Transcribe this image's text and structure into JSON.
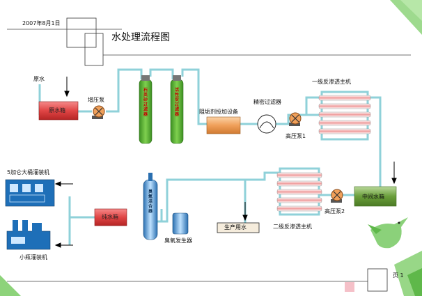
{
  "header": {
    "date": "2007年8月1日",
    "title": "水处理流程图"
  },
  "footer": {
    "page_label": "页 1"
  },
  "labels": {
    "raw_water": "原水",
    "raw_water_tank": "原水箱",
    "booster_pump": "增压泵",
    "quartz_sand_filter": "石英砂过滤器",
    "activated_carbon_filter": "活性炭过滤器",
    "antiscalant_dosing": "阻垢剂投加设备",
    "precision_filter": "精密过滤器",
    "high_pressure_pump_1": "高压泵1",
    "ro_stage_1": "一级反渗透主机",
    "intermediate_tank": "中间水箱",
    "high_pressure_pump_2": "高压泵2",
    "ro_stage_2": "二级反渗透主机",
    "production_water": "生产用水",
    "ozone_tower": "臭氧混合器",
    "ozone_generator": "臭氧发生器",
    "pure_water_tank": "纯水箱",
    "big_bottle_filler": "5加仑大桶灌装机",
    "small_bottle_filler": "小瓶灌装机"
  },
  "colors": {
    "pipe": "#8fd1d9",
    "tank_red": "#e04545",
    "filter_green": "#4caf2e",
    "dosing_orange": "#f0a05a",
    "machine_blue": "#1e6fb8",
    "intermediate_green": "#6a9e3a"
  }
}
